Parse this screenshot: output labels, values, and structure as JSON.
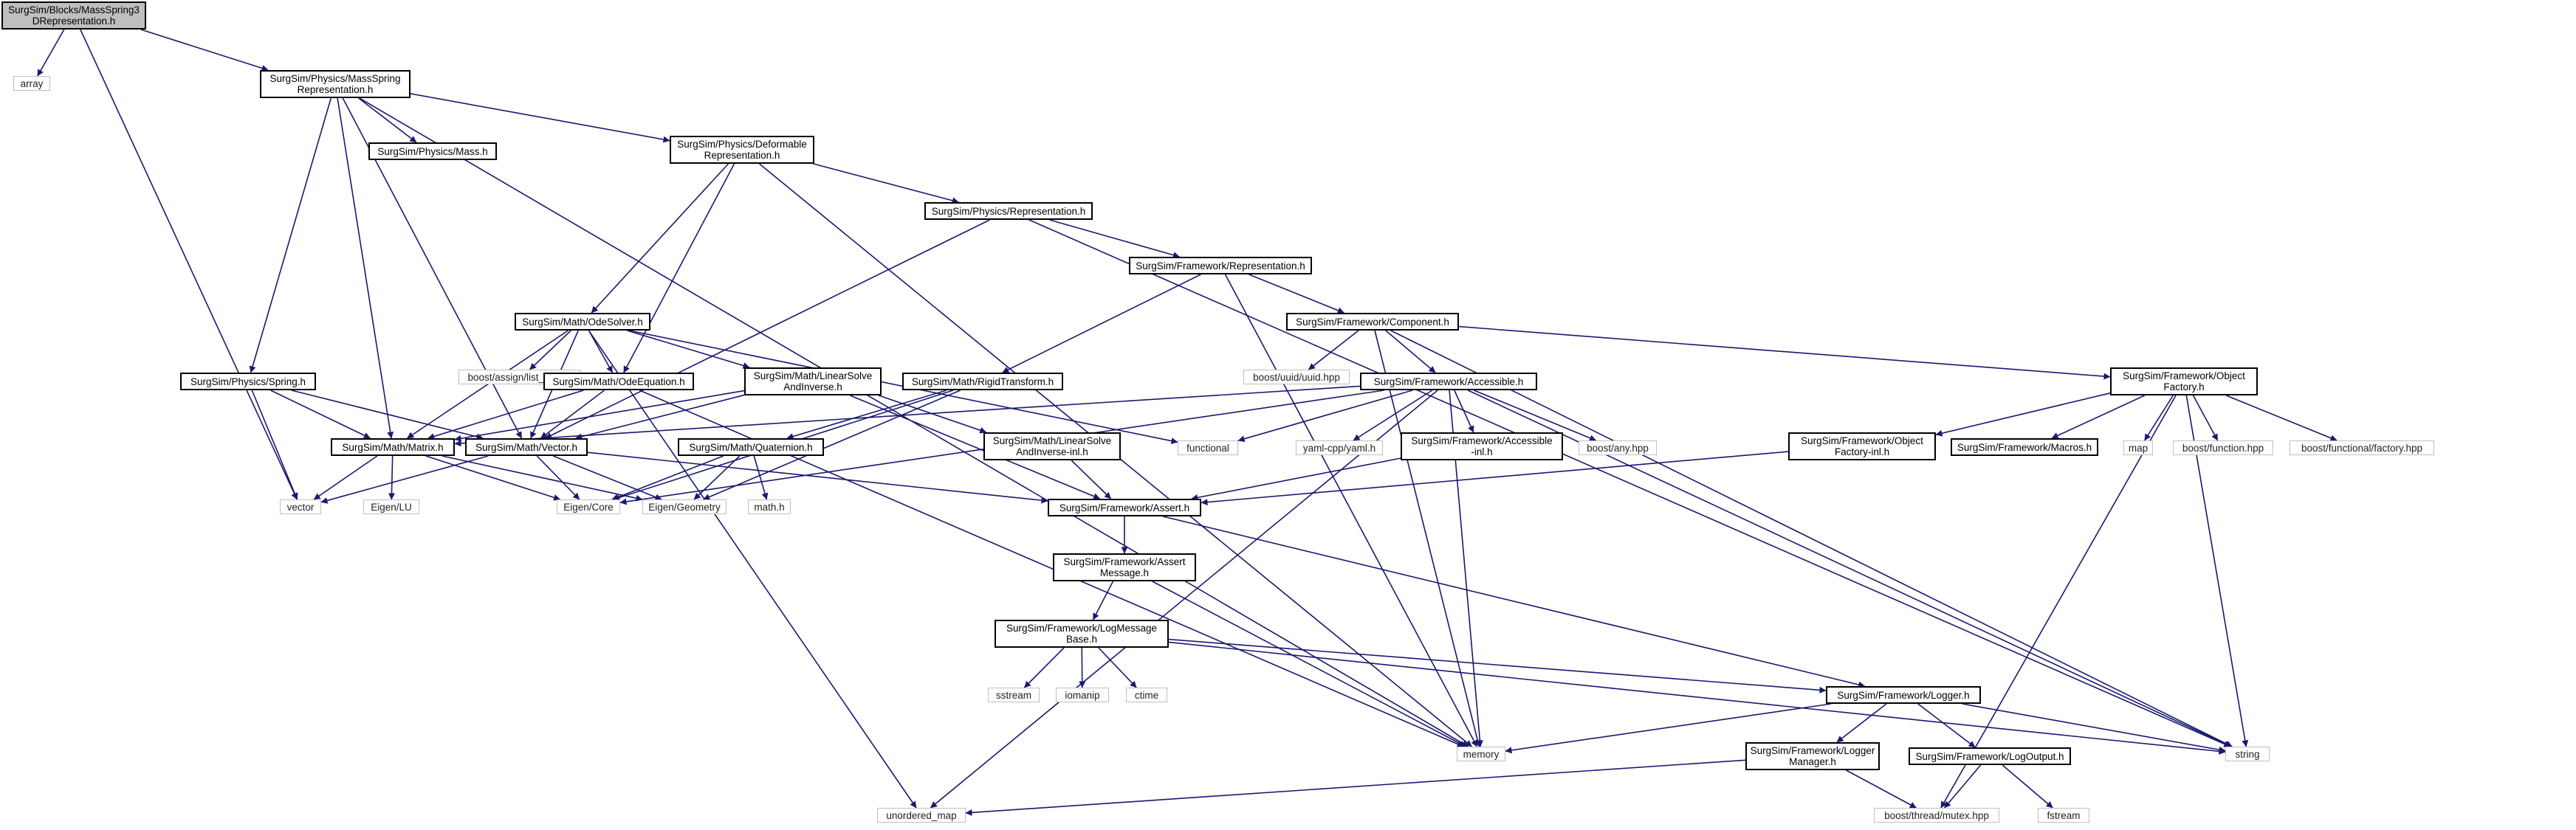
{
  "diagram": {
    "root": "SurgSim/Blocks/MassSpring3DRepresentation.h",
    "nodes": {
      "root": {
        "label": "SurgSim/Blocks/MassSpring3\nDRepresentation.h"
      },
      "array": {
        "label": "array"
      },
      "massspring": {
        "label": "SurgSim/Physics/MassSpring\nRepresentation.h"
      },
      "vector": {
        "label": "vector"
      },
      "mass": {
        "label": "SurgSim/Physics/Mass.h"
      },
      "deformable": {
        "label": "SurgSim/Physics/Deformable\nRepresentation.h"
      },
      "physrep": {
        "label": "SurgSim/Physics/Representation.h"
      },
      "fwrep": {
        "label": "SurgSim/Framework/Representation.h"
      },
      "component": {
        "label": "SurgSim/Framework/Component.h"
      },
      "odesolver": {
        "label": "SurgSim/Math/OdeSolver.h"
      },
      "uuid": {
        "label": "boost/uuid/uuid.hpp"
      },
      "assignlist": {
        "label": "boost/assign/list_of.hpp"
      },
      "spring": {
        "label": "SurgSim/Physics/Spring.h"
      },
      "odeeq": {
        "label": "SurgSim/Math/OdeEquation.h"
      },
      "linsolve": {
        "label": "SurgSim/Math/LinearSolve\nAndInverse.h"
      },
      "rigid": {
        "label": "SurgSim/Math/RigidTransform.h"
      },
      "accessible": {
        "label": "SurgSim/Framework/Accessible.h"
      },
      "objfactory": {
        "label": "SurgSim/Framework/Object\nFactory.h"
      },
      "matrix": {
        "label": "SurgSim/Math/Matrix.h"
      },
      "mvector": {
        "label": "SurgSim/Math/Vector.h"
      },
      "quaternion": {
        "label": "SurgSim/Math/Quaternion.h"
      },
      "linsolveinl": {
        "label": "SurgSim/Math/LinearSolve\nAndInverse-inl.h"
      },
      "functional": {
        "label": "functional"
      },
      "yaml": {
        "label": "yaml-cpp/yaml.h"
      },
      "accessibleinl": {
        "label": "SurgSim/Framework/Accessible\n-inl.h"
      },
      "boostany": {
        "label": "boost/any.hpp"
      },
      "objfactoryinl": {
        "label": "SurgSim/Framework/Object\nFactory-inl.h"
      },
      "macros": {
        "label": "SurgSim/Framework/Macros.h"
      },
      "map": {
        "label": "map"
      },
      "boostfunction": {
        "label": "boost/function.hpp"
      },
      "boostfactory": {
        "label": "boost/functional/factory.hpp"
      },
      "eigenlu": {
        "label": "Eigen/LU"
      },
      "eigencore": {
        "label": "Eigen/Core"
      },
      "eigengeom": {
        "label": "Eigen/Geometry"
      },
      "mathh": {
        "label": "math.h"
      },
      "assert": {
        "label": "SurgSim/Framework/Assert.h"
      },
      "assertmsg": {
        "label": "SurgSim/Framework/Assert\nMessage.h"
      },
      "logmsgbase": {
        "label": "SurgSim/Framework/LogMessage\nBase.h"
      },
      "sstream": {
        "label": "sstream"
      },
      "iomanip": {
        "label": "iomanip"
      },
      "ctime": {
        "label": "ctime"
      },
      "logger": {
        "label": "SurgSim/Framework/Logger.h"
      },
      "memory": {
        "label": "memory"
      },
      "string": {
        "label": "string"
      },
      "loggermgr": {
        "label": "SurgSim/Framework/Logger\nManager.h"
      },
      "logoutput": {
        "label": "SurgSim/Framework/LogOutput.h"
      },
      "unordered": {
        "label": "unordered_map"
      },
      "mutex": {
        "label": "boost/thread/mutex.hpp"
      },
      "fstream": {
        "label": "fstream"
      }
    },
    "edges": [
      [
        "root",
        "array"
      ],
      [
        "root",
        "vector"
      ],
      [
        "root",
        "massspring"
      ],
      [
        "massspring",
        "mass"
      ],
      [
        "massspring",
        "deformable"
      ],
      [
        "massspring",
        "spring"
      ],
      [
        "massspring",
        "matrix"
      ],
      [
        "massspring",
        "mvector"
      ],
      [
        "massspring",
        "memory"
      ],
      [
        "deformable",
        "physrep"
      ],
      [
        "deformable",
        "odesolver"
      ],
      [
        "deformable",
        "odeeq"
      ],
      [
        "deformable",
        "memory"
      ],
      [
        "physrep",
        "fwrep"
      ],
      [
        "physrep",
        "mvector"
      ],
      [
        "physrep",
        "string"
      ],
      [
        "fwrep",
        "component"
      ],
      [
        "fwrep",
        "rigid"
      ],
      [
        "fwrep",
        "memory"
      ],
      [
        "component",
        "uuid"
      ],
      [
        "component",
        "accessible"
      ],
      [
        "component",
        "objfactory"
      ],
      [
        "component",
        "memory"
      ],
      [
        "component",
        "string"
      ],
      [
        "odesolver",
        "assignlist"
      ],
      [
        "odesolver",
        "odeeq"
      ],
      [
        "odesolver",
        "linsolve"
      ],
      [
        "odesolver",
        "matrix"
      ],
      [
        "odesolver",
        "mvector"
      ],
      [
        "odesolver",
        "functional"
      ],
      [
        "odesolver",
        "unordered"
      ],
      [
        "spring",
        "matrix"
      ],
      [
        "spring",
        "mvector"
      ],
      [
        "spring",
        "vector"
      ],
      [
        "odeeq",
        "matrix"
      ],
      [
        "odeeq",
        "mvector"
      ],
      [
        "odeeq",
        "memory"
      ],
      [
        "linsolve",
        "matrix"
      ],
      [
        "linsolve",
        "mvector"
      ],
      [
        "linsolve",
        "linsolveinl"
      ],
      [
        "linsolve",
        "assert"
      ],
      [
        "rigid",
        "quaternion"
      ],
      [
        "rigid",
        "eigencore"
      ],
      [
        "rigid",
        "eigengeom"
      ],
      [
        "accessible",
        "functional"
      ],
      [
        "accessible",
        "yaml"
      ],
      [
        "accessible",
        "accessibleinl"
      ],
      [
        "accessible",
        "boostany"
      ],
      [
        "accessible",
        "memory"
      ],
      [
        "accessible",
        "string"
      ],
      [
        "accessible",
        "unordered"
      ],
      [
        "accessible",
        "matrix"
      ],
      [
        "accessible",
        "eigencore"
      ],
      [
        "objfactory",
        "objfactoryinl"
      ],
      [
        "objfactory",
        "macros"
      ],
      [
        "objfactory",
        "map"
      ],
      [
        "objfactory",
        "boostfunction"
      ],
      [
        "objfactory",
        "boostfactory"
      ],
      [
        "objfactory",
        "string"
      ],
      [
        "objfactory",
        "mutex"
      ],
      [
        "matrix",
        "vector"
      ],
      [
        "matrix",
        "eigenlu"
      ],
      [
        "matrix",
        "eigencore"
      ],
      [
        "matrix",
        "eigengeom"
      ],
      [
        "mvector",
        "eigencore"
      ],
      [
        "mvector",
        "eigengeom"
      ],
      [
        "mvector",
        "vector"
      ],
      [
        "mvector",
        "assert"
      ],
      [
        "quaternion",
        "eigencore"
      ],
      [
        "quaternion",
        "eigengeom"
      ],
      [
        "quaternion",
        "mathh"
      ],
      [
        "linsolveinl",
        "assert"
      ],
      [
        "accessibleinl",
        "assert"
      ],
      [
        "objfactoryinl",
        "assert"
      ],
      [
        "assert",
        "assertmsg"
      ],
      [
        "assert",
        "logger"
      ],
      [
        "assertmsg",
        "logmsgbase"
      ],
      [
        "assertmsg",
        "memory"
      ],
      [
        "logmsgbase",
        "sstream"
      ],
      [
        "logmsgbase",
        "iomanip"
      ],
      [
        "logmsgbase",
        "ctime"
      ],
      [
        "logmsgbase",
        "logger"
      ],
      [
        "logmsgbase",
        "string"
      ],
      [
        "logger",
        "loggermgr"
      ],
      [
        "logger",
        "logoutput"
      ],
      [
        "logger",
        "memory"
      ],
      [
        "logger",
        "string"
      ],
      [
        "loggermgr",
        "unordered"
      ],
      [
        "loggermgr",
        "mutex"
      ],
      [
        "logoutput",
        "mutex"
      ],
      [
        "logoutput",
        "fstream"
      ]
    ],
    "colors": {
      "edge": "#191970",
      "node_border": "#000000",
      "external_border": "#bfbfbf",
      "root_fill": "#bfbfbf"
    }
  }
}
